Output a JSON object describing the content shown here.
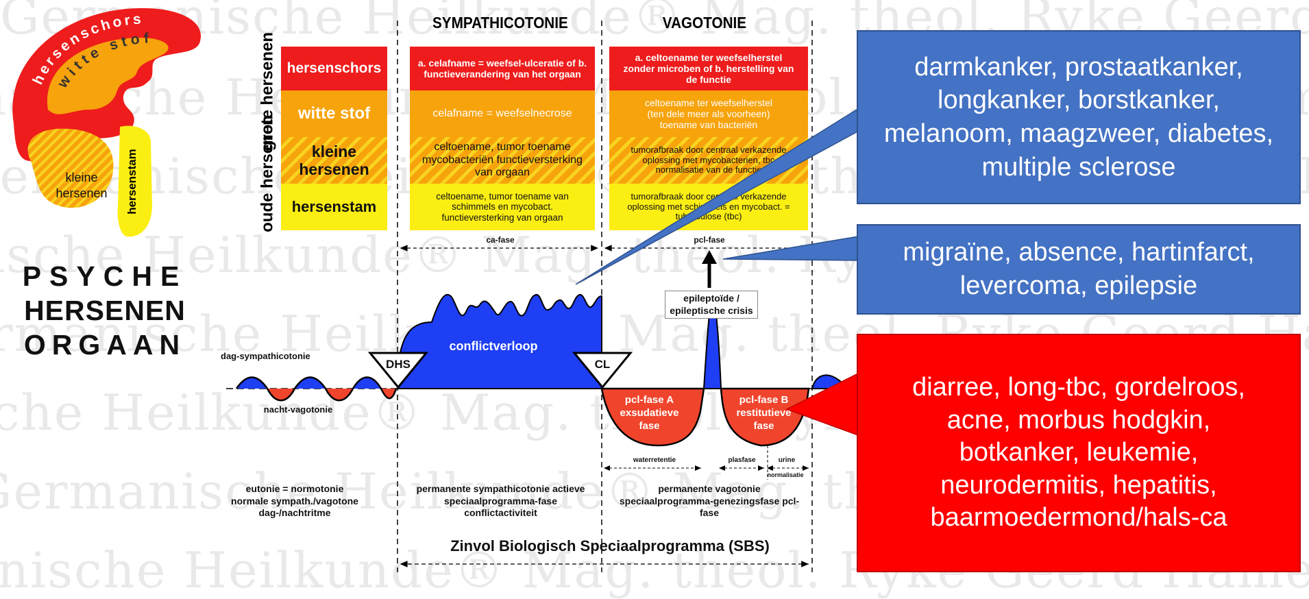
{
  "watermark": "Germanische Heilkunde® Mag. theol. Ryke Geerd Hamer",
  "brain": {
    "hersenschors": "hersenschors",
    "witte_stof": "witte stof",
    "kleine_hersenen": "kleine hersenen",
    "hersenstam": "hersenstam"
  },
  "psyche": [
    "PSYCHE",
    "HERSENEN",
    "ORGAAN"
  ],
  "side_labels": {
    "grote": "grote hersenen",
    "oude": "oude hersenen"
  },
  "phase_headers": {
    "left": "SYMPATHICOTONIE",
    "right": "VAGOTONIE"
  },
  "table": {
    "rows": [
      "hersenschors",
      "witte stof",
      "kleine hersenen",
      "hersenstam"
    ],
    "sympathicotonie": [
      "a. celafname = weefsel-ulceratie of b. functieverandering van het orgaan",
      "celafname = weefselnecrose",
      "celtoename, tumor toename mycobacteriën functieversterking van orgaan",
      "celtoename, tumor toename van schimmels en mycobact. functieversterking van orgaan"
    ],
    "vagotonie": [
      "a. celtoename ter weefselherstel zonder microben of b. herstelling van de functie",
      "celtoename ter weefselherstel (ten dele meer als voorheen) toename van bacteriën",
      "tumorafbraak door centraal verkazende oplossing met mycobacterien, tbc normalisatie van de functie",
      "tumorafbraak door centraal verkazende oplossing met schimmels en mycobact. = tuberculose (tbc)"
    ]
  },
  "diagram": {
    "ca_fase": "ca-fase",
    "pcl_fase": "pcl-fase",
    "dhs": "DHS",
    "cl": "CL",
    "conflictverloop": "conflictverloop",
    "epi": "epileptoïde / epileptische crisis",
    "dag": "dag-sympathicotonie",
    "nacht": "nacht-vagotonie",
    "pcl_a": "pcl-fase A exsudatieve fase",
    "pcl_b": "pcl-fase B restitutieve fase",
    "waterretentie": "waterretentie",
    "plasfase": "plasfase",
    "urine": "urine",
    "normalisatie": "normalisatie",
    "eutonie": "eutonie = normotonie normale sympath./vagotone dag-/nachtritme",
    "perm_symp": "permanente sympathicotonie actieve speciaalprogramma-fase conflictactiviteit",
    "perm_vago": "permanente vagotonie speciaalprogramma-genezingsfase pcl-fase",
    "sbs": "Zinvol Biologisch Speciaalprogramma (SBS)"
  },
  "callouts": {
    "blue1": "darmkanker, prostaatkanker, longkanker, borstkanker, melanoom, maagzweer, diabetes, multiple sclerose",
    "blue2": "migraïne, absence, hartinfarct, levercoma, epilepsie",
    "red": "diarree, long-tbc, gordelroos, acne, morbus hodgkin, botkanker, leukemie, neurodermitis, hepatitis, baarmoedermond/hals-ca"
  },
  "colors": {
    "cortex_red": "#ee1c1c",
    "white_matter_orange": "#f7a30c",
    "brainstem_yellow": "#fbee13",
    "curve_blue": "#1f3ff5",
    "pcl_red": "#f0452c",
    "callout_blue": "#4472c4",
    "callout_red": "#ff0000"
  }
}
